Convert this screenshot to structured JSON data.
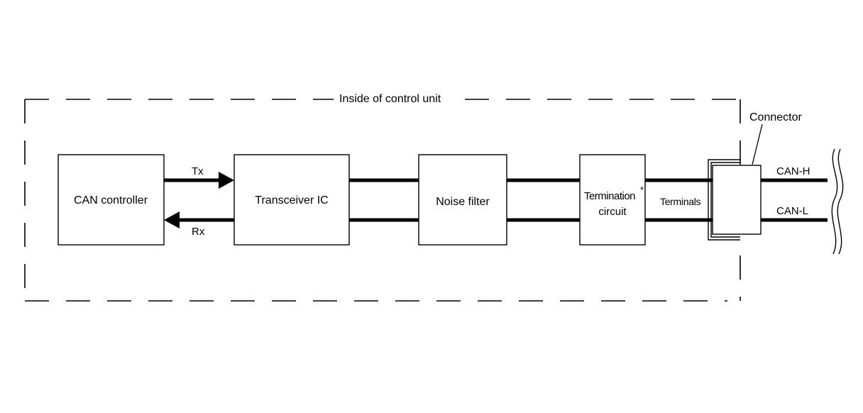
{
  "boundary": {
    "label": "Inside of control unit"
  },
  "blocks": {
    "can_controller": "CAN controller",
    "transceiver": "Transceiver IC",
    "noise_filter": "Noise filter",
    "termination_line1": "Termination",
    "termination_line2": "circuit",
    "termination_mark": "*"
  },
  "signals": {
    "tx": "Tx",
    "rx": "Rx"
  },
  "connector": {
    "label": "Connector",
    "terminals": "Terminals",
    "can_h": "CAN-H",
    "can_l": "CAN-L"
  }
}
